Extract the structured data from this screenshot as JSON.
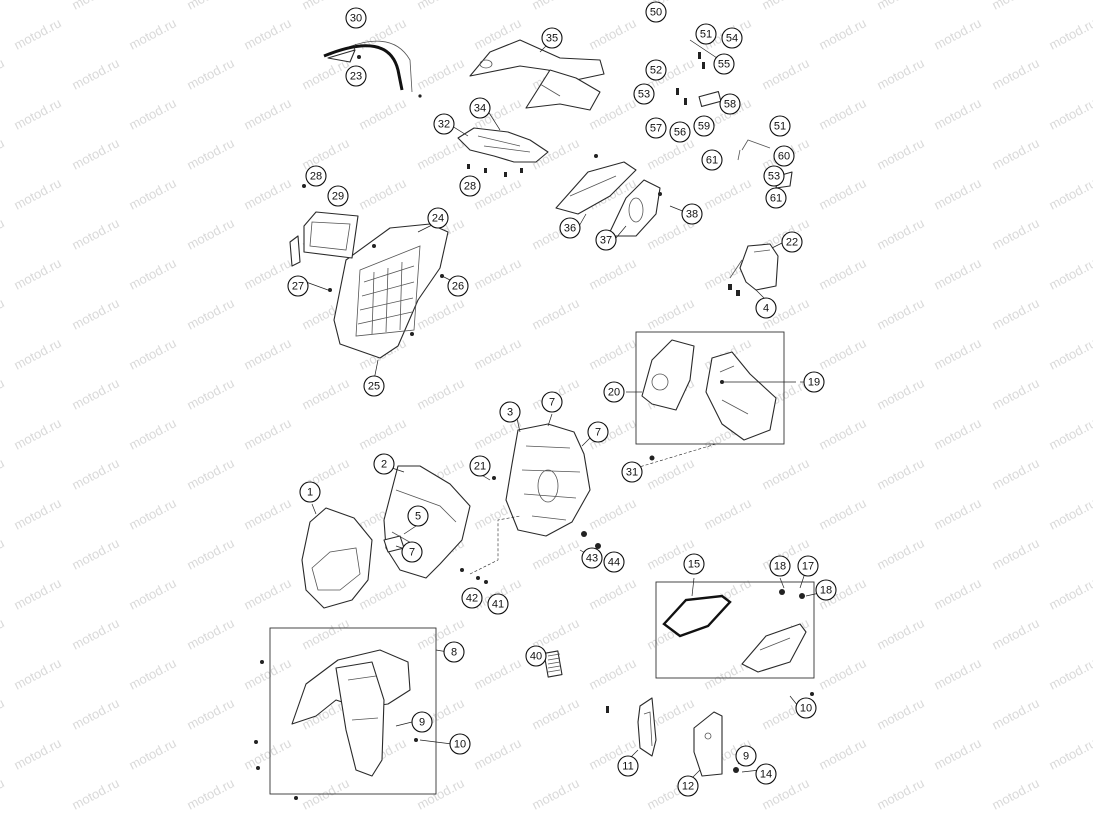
{
  "watermark": {
    "text": "motod.ru"
  },
  "callouts": [
    "1",
    "2",
    "3",
    "4",
    "5",
    "7",
    "7",
    "7",
    "8",
    "9",
    "9",
    "10",
    "10",
    "11",
    "12",
    "14",
    "15",
    "17",
    "18",
    "18",
    "19",
    "20",
    "21",
    "22",
    "23",
    "24",
    "25",
    "26",
    "27",
    "28",
    "28",
    "29",
    "30",
    "31",
    "32",
    "34",
    "35",
    "36",
    "37",
    "38",
    "40",
    "41",
    "42",
    "43",
    "44",
    "50",
    "51",
    "51",
    "52",
    "53",
    "53",
    "54",
    "55",
    "56",
    "57",
    "58",
    "59",
    "60",
    "61",
    "61"
  ]
}
